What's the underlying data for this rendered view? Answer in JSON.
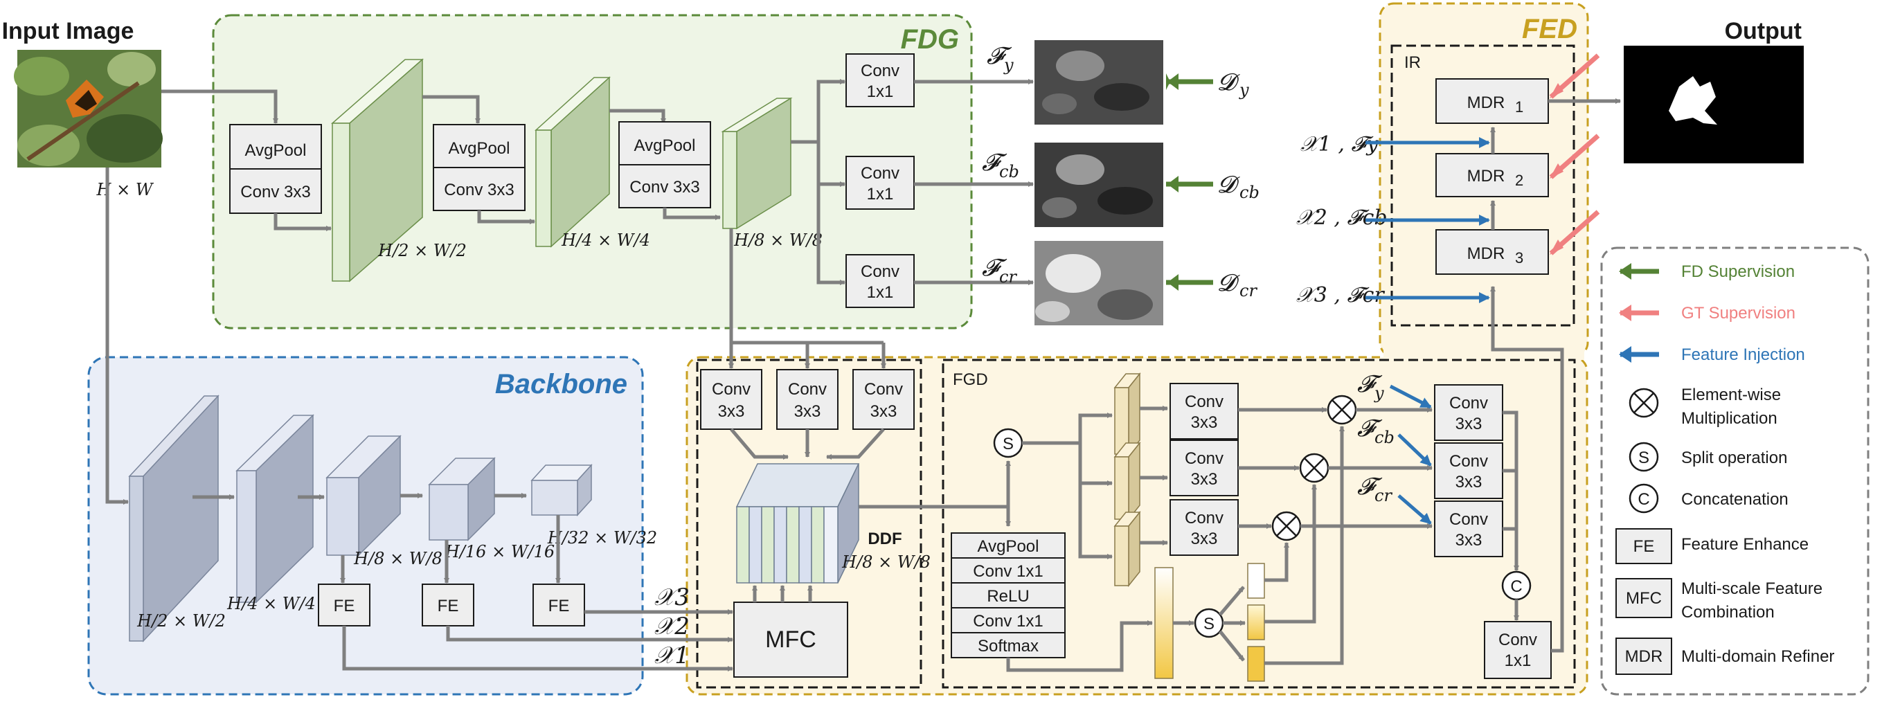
{
  "colors": {
    "fdg": "#5b8a3a",
    "fed": "#c8a020",
    "backbone": "#2e75b6",
    "fd_supervision": "#548235",
    "gt_supervision": "#f08080",
    "feature_injection": "#2e75b6",
    "arrow": "#7f7f7f"
  },
  "titles": {
    "input": "Input Image",
    "output": "Output",
    "fdg": "FDG",
    "fed": "FED",
    "backbone": "Backbone",
    "fgd": "FGD",
    "ir": "IR",
    "ddf": "DDF"
  },
  "dims": {
    "input": "H × W",
    "fdg1": "H/2 × W/2",
    "fdg2": "H/4 × W/4",
    "fdg3": "H/8 × W/8",
    "bb1": "H/2 × W/2",
    "bb2": "H/4 × W/4",
    "bb3": "H/8 × W/8",
    "bb4": "H/16 × W/16",
    "bb5": "H/32 × W/32",
    "ddf": "H/8 × W/8"
  },
  "blocks": {
    "avgpool": "AvgPool",
    "conv3x3": "Conv 3x3",
    "conv": "Conv",
    "k1x1": "1x1",
    "k3x3": "3x3",
    "fe": "FE",
    "mfc": "MFC",
    "attn": [
      "AvgPool",
      "Conv 1x1",
      "ReLU",
      "Conv 1x1",
      "Softmax"
    ],
    "split": "S",
    "concat": "C"
  },
  "fdg_outputs": [
    {
      "feature": "𝓕y",
      "fsub": "y",
      "domain": "𝓓y",
      "dsub": "y"
    },
    {
      "feature": "𝓕cb",
      "fsub": "cb",
      "domain": "𝓓cb",
      "dsub": "cb"
    },
    {
      "feature": "𝓕cr",
      "fsub": "cr",
      "domain": "𝓓cr",
      "dsub": "cr"
    }
  ],
  "mdr": [
    {
      "label": "MDR",
      "sub": "1"
    },
    {
      "label": "MDR",
      "sub": "2"
    },
    {
      "label": "MDR",
      "sub": "3"
    }
  ],
  "injections": [
    "𝒳1 , 𝓕y",
    "𝒳2 , 𝓕cb",
    "𝒳3 , 𝓕cr"
  ],
  "x_labels": [
    "𝒳3",
    "𝒳2",
    "𝒳1"
  ],
  "fgd_labels": [
    "𝓕y",
    "𝓕cb",
    "𝓕cr"
  ],
  "legend": [
    {
      "symbol": "green-arrow",
      "text": "FD Supervision"
    },
    {
      "symbol": "pink-arrow",
      "text": "GT Supervision"
    },
    {
      "symbol": "blue-arrow",
      "text": "Feature Injection"
    },
    {
      "symbol": "otimes",
      "text": "Element-wise",
      "text2": "Multiplication"
    },
    {
      "symbol": "S",
      "text": "Split operation"
    },
    {
      "symbol": "C",
      "text": "Concatenation"
    },
    {
      "symbol": "FE",
      "text": "Feature Enhance"
    },
    {
      "symbol": "MFC",
      "text": "Multi-scale Feature",
      "text2": "Combination"
    },
    {
      "symbol": "MDR",
      "text": "Multi-domain Refiner"
    }
  ]
}
